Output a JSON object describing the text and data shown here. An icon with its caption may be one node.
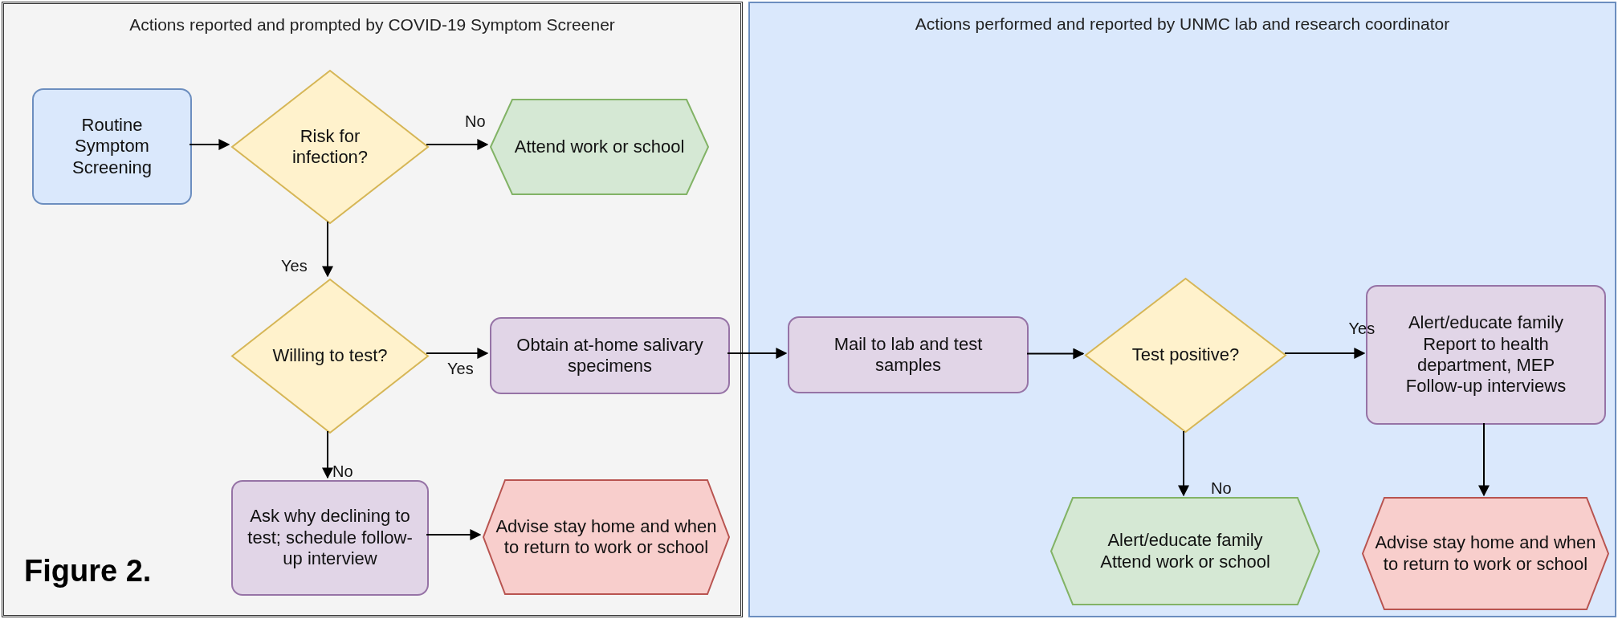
{
  "diagram": {
    "nodes": [
      {
        "text": [
          "Actions reported and prompted by COVID-19 Symptom Screener"
        ]
      },
      {
        "text": [
          "Actions performed and reported by UNMC lab and research coordinator"
        ]
      },
      {
        "text": [
          "Routine Symptom Screening"
        ],
        "in": 0
      },
      {
        "text": [
          "Risk for infection?"
        ],
        "in": 0
      },
      {
        "text": [
          "Attend work or school"
        ],
        "in": 0
      },
      {
        "text": [
          "Willing to test?"
        ],
        "in": 0
      },
      {
        "text": [
          "Obtain at-home salivary specimens"
        ],
        "in": 0
      },
      {
        "text": [
          "Ask why declining to test; schedule follow-up interview"
        ],
        "in": 0
      },
      {
        "text": [
          "Advise stay home and when to return to work or school"
        ],
        "in": 0
      },
      {
        "text": [
          "Mail to lab and test samples"
        ],
        "in": 1
      },
      {
        "text": [
          "Test positive?"
        ],
        "in": 1
      },
      {
        "text": [
          "Alert/educate family",
          "Report to health department, MEP",
          "Follow-up interviews"
        ],
        "in": 1
      },
      {
        "text": [
          "Alert/educate family",
          "Attend work or school"
        ],
        "in": 1
      },
      {
        "text": [
          "Advise stay home and when to return to work or school"
        ],
        "in": 1
      }
    ],
    "edges": [
      {
        "from": 2,
        "to": 3,
        "arrow": "to"
      },
      {
        "from": 3,
        "to": 4,
        "arrow": "to",
        "label": "No"
      },
      {
        "from": 3,
        "to": 5,
        "arrow": "to",
        "label": "Yes"
      },
      {
        "from": 5,
        "to": 6,
        "arrow": "to",
        "label": "Yes"
      },
      {
        "from": 5,
        "to": 7,
        "arrow": "to",
        "label": "No"
      },
      {
        "from": 7,
        "to": 8,
        "arrow": "to"
      },
      {
        "from": 6,
        "to": 9,
        "arrow": "to"
      },
      {
        "from": 9,
        "to": 10,
        "arrow": "to"
      },
      {
        "from": 10,
        "to": 11,
        "arrow": "to",
        "label": "Yes"
      },
      {
        "from": 10,
        "to": 12,
        "arrow": "to",
        "label": "No"
      },
      {
        "from": 11,
        "to": 13,
        "arrow": "to"
      }
    ],
    "labels": [
      "Figure 2."
    ]
  }
}
